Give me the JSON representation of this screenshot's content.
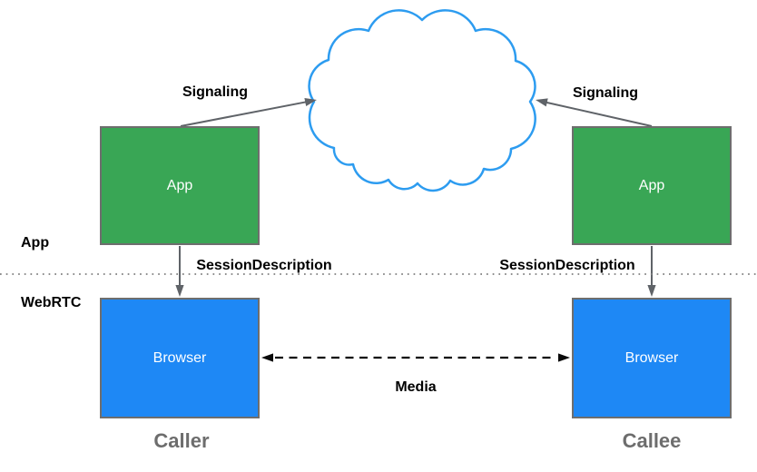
{
  "colors": {
    "cloud-stroke": "#2d9cf0",
    "app-green": "#39a655",
    "browser-blue": "#1e88f5",
    "box-border": "#6e6e6e",
    "arrow-gray": "#5f6368",
    "media-black": "#0a0a0a",
    "dot-gray": "#7f7f7f",
    "label-black": "#000000",
    "role-gray": "#6d6d6d"
  },
  "layers": {
    "app": "App",
    "webrtc": "WebRTC"
  },
  "nodes": {
    "caller_app": {
      "label": "App"
    },
    "callee_app": {
      "label": "App"
    },
    "caller_browser": {
      "label": "Browser"
    },
    "callee_browser": {
      "label": "Browser"
    }
  },
  "edges": {
    "signaling_left": {
      "label": "Signaling"
    },
    "signaling_right": {
      "label": "Signaling"
    },
    "session_description_left": {
      "label": "SessionDescription"
    },
    "session_description_right": {
      "label": "SessionDescription"
    },
    "media": {
      "label": "Media"
    }
  },
  "roles": {
    "caller": "Caller",
    "callee": "Callee"
  }
}
